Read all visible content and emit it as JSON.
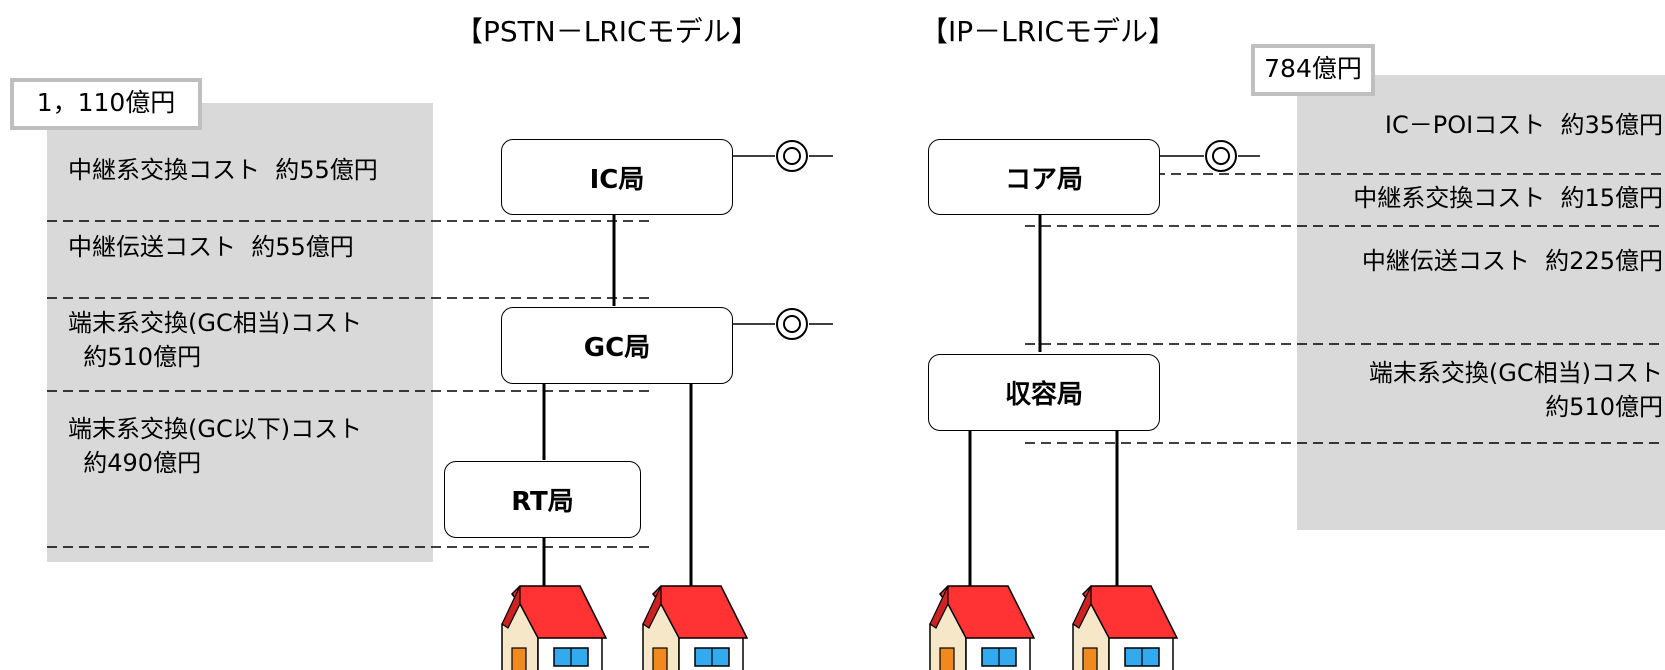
{
  "pstn": {
    "title": "【PSTN－LRICモデル】",
    "total": "1，110億円",
    "costs": [
      "中継系交換コスト  約55億円",
      "中継伝送コスト  約55億円",
      "端末系交換(GC相当)コスト\n  約510億円",
      "端末系交換(GC以下)コスト\n  約490億円"
    ],
    "nodes": {
      "ic": "IC局",
      "gc": "GC局",
      "rt": "RT局"
    }
  },
  "ip": {
    "title": "【IP－LRICモデル】",
    "total": "784億円",
    "costs": [
      "IC－POIコスト  約35億円",
      "中継系交換コスト  約15億円",
      "中継伝送コスト  約225億円",
      "端末系交換(GC相当)コスト\n約510億円"
    ],
    "nodes": {
      "core": "コア局",
      "access": "収容局"
    }
  },
  "colors": {
    "panel": "#d9d9d9",
    "total_border": "#bfbfbf",
    "roof": "#ff3333",
    "ground": "#66ee66"
  },
  "icons": [
    "poi-icon",
    "house-icon"
  ]
}
